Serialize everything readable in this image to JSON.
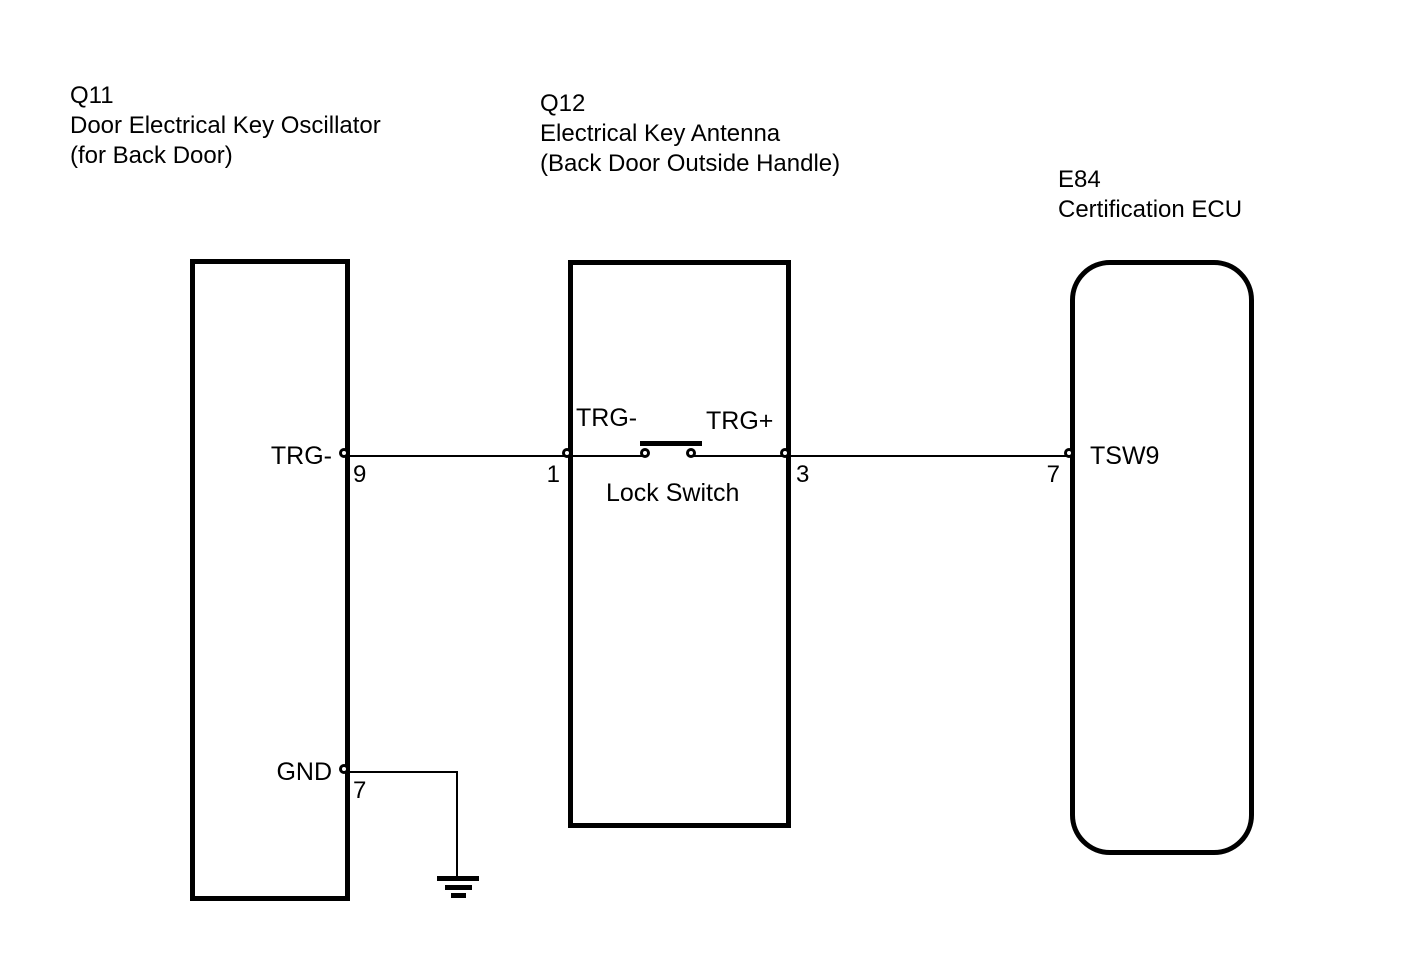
{
  "diagram": {
    "background_color": "#ffffff",
    "line_color": "#000000",
    "components": [
      {
        "code": "Q11",
        "desc1": "Door Electrical Key Oscillator",
        "desc2": "(for Back Door)"
      },
      {
        "code": "Q12",
        "desc1": "Electrical Key Antenna",
        "desc2": "(Back Door Outside Handle)"
      },
      {
        "code": "E84",
        "desc1": "Certification ECU"
      }
    ],
    "pins": {
      "q11_trg_label": "TRG-",
      "q11_trg_number": "9",
      "q11_gnd_label": "GND",
      "q11_gnd_number": "7",
      "q12_left_number": "1",
      "q12_left_label": "TRG-",
      "q12_right_label": "TRG+",
      "q12_right_number": "3",
      "e84_pin_number": "7",
      "e84_pin_label": "TSW9"
    },
    "switch_label": "Lock Switch"
  }
}
